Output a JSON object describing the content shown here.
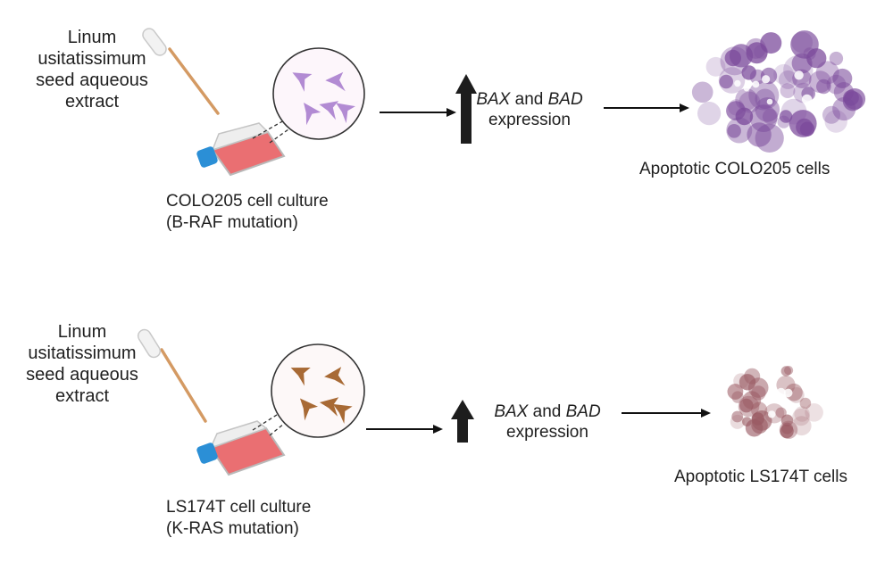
{
  "panels": [
    {
      "extract_lines": [
        "Linum",
        "usitatissimum",
        "seed aqueous",
        "extract"
      ],
      "culture_lines": [
        "COLO205 cell culture",
        "(B-RAF mutation)"
      ],
      "expression": {
        "gene1": "BAX",
        "conj": "and",
        "gene2": "BAD",
        "word": "expression"
      },
      "result": "Apoptotic COLO205 cells",
      "colors": {
        "cell": "#b28bd3",
        "apoptotic": "#7b4a9b"
      }
    },
    {
      "extract_lines": [
        "Linum",
        "usitatissimum",
        "seed aqueous",
        "extract"
      ],
      "culture_lines": [
        "LS174T cell culture",
        "(K-RAS mutation)"
      ],
      "expression": {
        "gene1": "BAX",
        "conj": "and",
        "gene2": "BAD",
        "word": "expression"
      },
      "result": "Apoptotic LS174T cells",
      "colors": {
        "cell": "#a86a35",
        "apoptotic": "#9a5a63"
      }
    }
  ]
}
